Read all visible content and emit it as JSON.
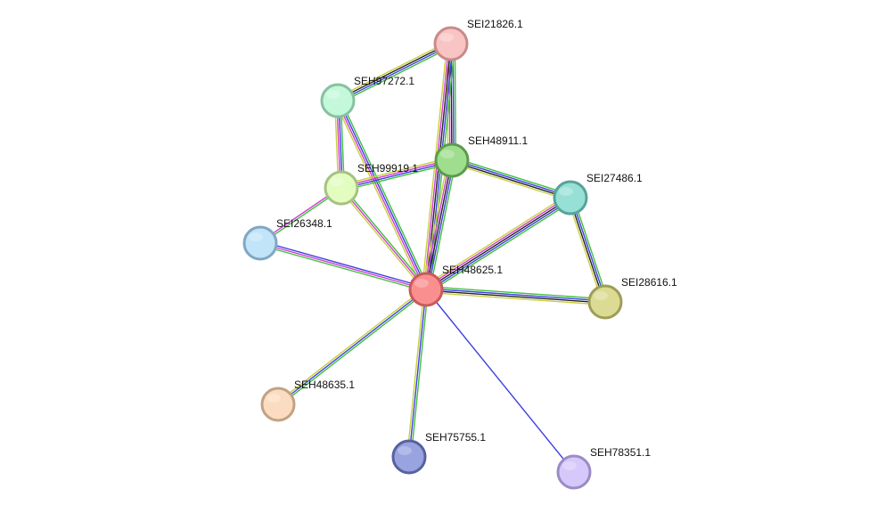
{
  "diagram": {
    "type": "protein-interaction-network",
    "evidence_colors": {
      "green": "#3fbf3f",
      "blue": "#3f3fdf",
      "black": "#222222",
      "magenta": "#cf3fcf",
      "yellow": "#c8cf3f"
    },
    "nodes": [
      {
        "id": "SEI21826.1",
        "label": "SEI21826.1",
        "fill": "#f8c4c4",
        "stroke": "#c98a8a"
      },
      {
        "id": "SEH97272.1",
        "label": "SEH97272.1",
        "fill": "#c4f8da",
        "stroke": "#86c29e"
      },
      {
        "id": "SEH48911.1",
        "label": "SEH48911.1",
        "fill": "#9ede8e",
        "stroke": "#5b9c4c"
      },
      {
        "id": "SEH99919.1",
        "label": "SEH99919.1",
        "fill": "#e3fcc0",
        "stroke": "#a7c184"
      },
      {
        "id": "SEI27486.1",
        "label": "SEI27486.1",
        "fill": "#97e0d6",
        "stroke": "#57a39a"
      },
      {
        "id": "SEI26348.1",
        "label": "SEI26348.1",
        "fill": "#c2e4f8",
        "stroke": "#7ea8c4"
      },
      {
        "id": "SEH48625.1",
        "label": "SEH48625.1",
        "fill": "#fa8f8f",
        "stroke": "#c95a5a"
      },
      {
        "id": "SEI28616.1",
        "label": "SEI28616.1",
        "fill": "#dcdb94",
        "stroke": "#9e9d58"
      },
      {
        "id": "SEH48635.1",
        "label": "SEH48635.1",
        "fill": "#fcdcc0",
        "stroke": "#c0a384"
      },
      {
        "id": "SEH75755.1",
        "label": "SEH75755.1",
        "fill": "#98a3e0",
        "stroke": "#58629e"
      },
      {
        "id": "SEH78351.1",
        "label": "SEH78351.1",
        "fill": "#d6c8fa",
        "stroke": "#9a8cc4"
      }
    ],
    "edges": [
      {
        "source": "SEI21826.1",
        "target": "SEH97272.1",
        "evidence": [
          "green",
          "blue",
          "black",
          "yellow"
        ]
      },
      {
        "source": "SEI21826.1",
        "target": "SEH48911.1",
        "evidence": [
          "green",
          "blue",
          "black",
          "magenta",
          "yellow"
        ]
      },
      {
        "source": "SEI21826.1",
        "target": "SEH48625.1",
        "evidence": [
          "green",
          "blue",
          "black",
          "magenta",
          "yellow"
        ]
      },
      {
        "source": "SEH97272.1",
        "target": "SEH99919.1",
        "evidence": [
          "green",
          "blue",
          "magenta",
          "yellow"
        ]
      },
      {
        "source": "SEH97272.1",
        "target": "SEH48625.1",
        "evidence": [
          "green",
          "blue",
          "magenta",
          "yellow"
        ]
      },
      {
        "source": "SEH48911.1",
        "target": "SEH99919.1",
        "evidence": [
          "green",
          "blue",
          "magenta",
          "yellow"
        ]
      },
      {
        "source": "SEH48911.1",
        "target": "SEI27486.1",
        "evidence": [
          "green",
          "blue",
          "black",
          "yellow"
        ]
      },
      {
        "source": "SEH48911.1",
        "target": "SEH48625.1",
        "evidence": [
          "green",
          "blue",
          "black",
          "magenta",
          "yellow"
        ]
      },
      {
        "source": "SEH99919.1",
        "target": "SEI26348.1",
        "evidence": [
          "green",
          "magenta"
        ]
      },
      {
        "source": "SEH99919.1",
        "target": "SEH48625.1",
        "evidence": [
          "green",
          "magenta",
          "yellow"
        ]
      },
      {
        "source": "SEI27486.1",
        "target": "SEH48625.1",
        "evidence": [
          "green",
          "blue",
          "black",
          "magenta",
          "yellow"
        ]
      },
      {
        "source": "SEI27486.1",
        "target": "SEI28616.1",
        "evidence": [
          "green",
          "blue",
          "black",
          "yellow"
        ]
      },
      {
        "source": "SEI26348.1",
        "target": "SEH48625.1",
        "evidence": [
          "blue",
          "magenta",
          "green"
        ]
      },
      {
        "source": "SEH48625.1",
        "target": "SEI28616.1",
        "evidence": [
          "green",
          "blue",
          "black",
          "yellow"
        ]
      },
      {
        "source": "SEH48625.1",
        "target": "SEH48635.1",
        "evidence": [
          "green",
          "blue",
          "yellow"
        ]
      },
      {
        "source": "SEH48625.1",
        "target": "SEH75755.1",
        "evidence": [
          "green",
          "blue",
          "yellow"
        ]
      },
      {
        "source": "SEH48625.1",
        "target": "SEH78351.1",
        "evidence": [
          "blue"
        ]
      }
    ]
  }
}
